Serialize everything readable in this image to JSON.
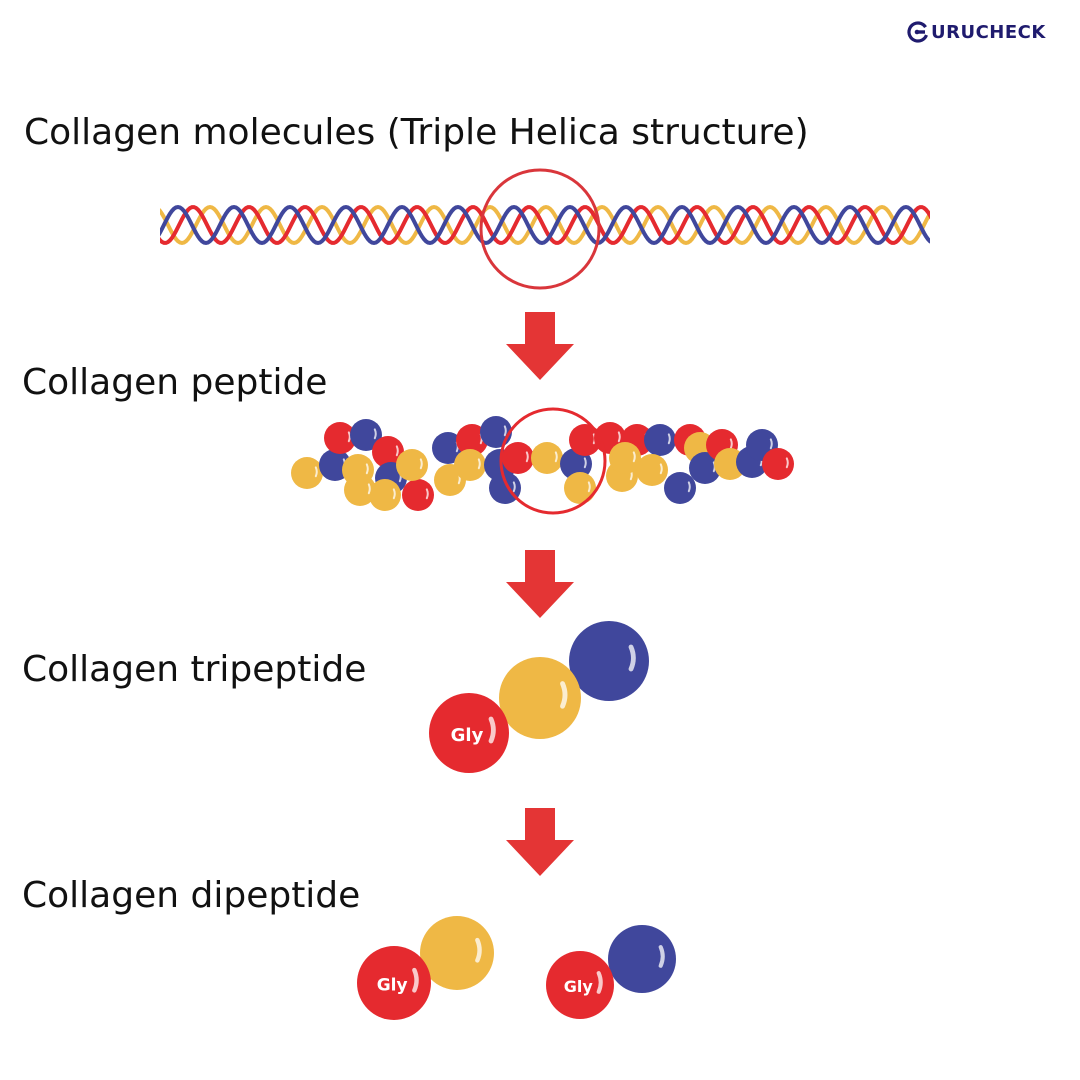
{
  "brand": {
    "name": "URUCHECK",
    "logo_letter": "G"
  },
  "stages": [
    {
      "label": "Collagen molecules (Triple Helica structure)"
    },
    {
      "label": "Collagen peptide"
    },
    {
      "label": "Collagen tripeptide"
    },
    {
      "label": "Collagen dipeptide"
    }
  ],
  "residue_label": "Gly",
  "colors": {
    "red": "#e52a2f",
    "yellow": "#efb845",
    "blue": "#40479c",
    "arrow": "#e43535",
    "brand": "#1f1b6e"
  }
}
